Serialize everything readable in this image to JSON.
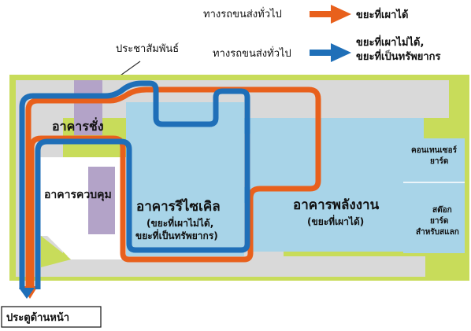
{
  "legend": {
    "general_route_label": "ทางรถขนส่งทั่วไป",
    "burnable_label": "ขยะที่เผาได้",
    "non_burnable_route_label": "ทางรถขนส่งทั่วไป",
    "non_burnable_line1": "ขยะที่เผาไม่ได้,",
    "non_burnable_line2": "ขยะที่เป็นทรัพยากร",
    "burnable_color": "#e8601c",
    "non_burnable_color": "#1f6fb8"
  },
  "labels": {
    "public_relations": "ประชาสัมพันธ์",
    "weigh_building": "อาคารชั่ง",
    "control_building": "อาคารควบคุม",
    "recycle_building": "อาคารรีไซเคิล",
    "recycle_sub1": "(ขยะที่เผาไม่ได้,",
    "recycle_sub2": "ขยะที่เป็นทรัพยากร)",
    "energy_building": "อาคารพลังงาน",
    "energy_sub": "(ขยะที่เผาได้)",
    "container_yard_1": "คอนเทนเซอร์",
    "container_yard_2": "ยาร์ด",
    "stock_yard_1": "สต๊อก",
    "stock_yard_2": "ยาร์ด",
    "stock_yard_3": "สำหรับสแลก",
    "front_gate": "ประตูด้านหน้า"
  },
  "colors": {
    "site_green": "#c8dc5a",
    "road_gray": "#d9d9d9",
    "building_blue": "#a8d4e8",
    "purple_block": "#b3a3c8",
    "white_area": "#ffffff"
  }
}
